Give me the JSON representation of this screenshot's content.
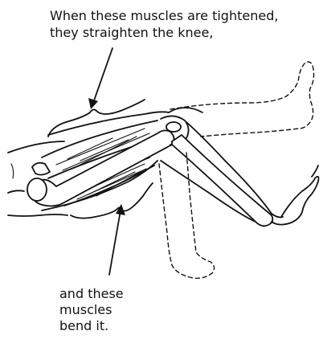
{
  "captions": {
    "top_line_1": "When these muscles are tightened,",
    "top_line_2": "they straighten the knee,",
    "bottom_line_1": "and these",
    "bottom_line_2": "muscles",
    "bottom_line_3": "bend it."
  }
}
